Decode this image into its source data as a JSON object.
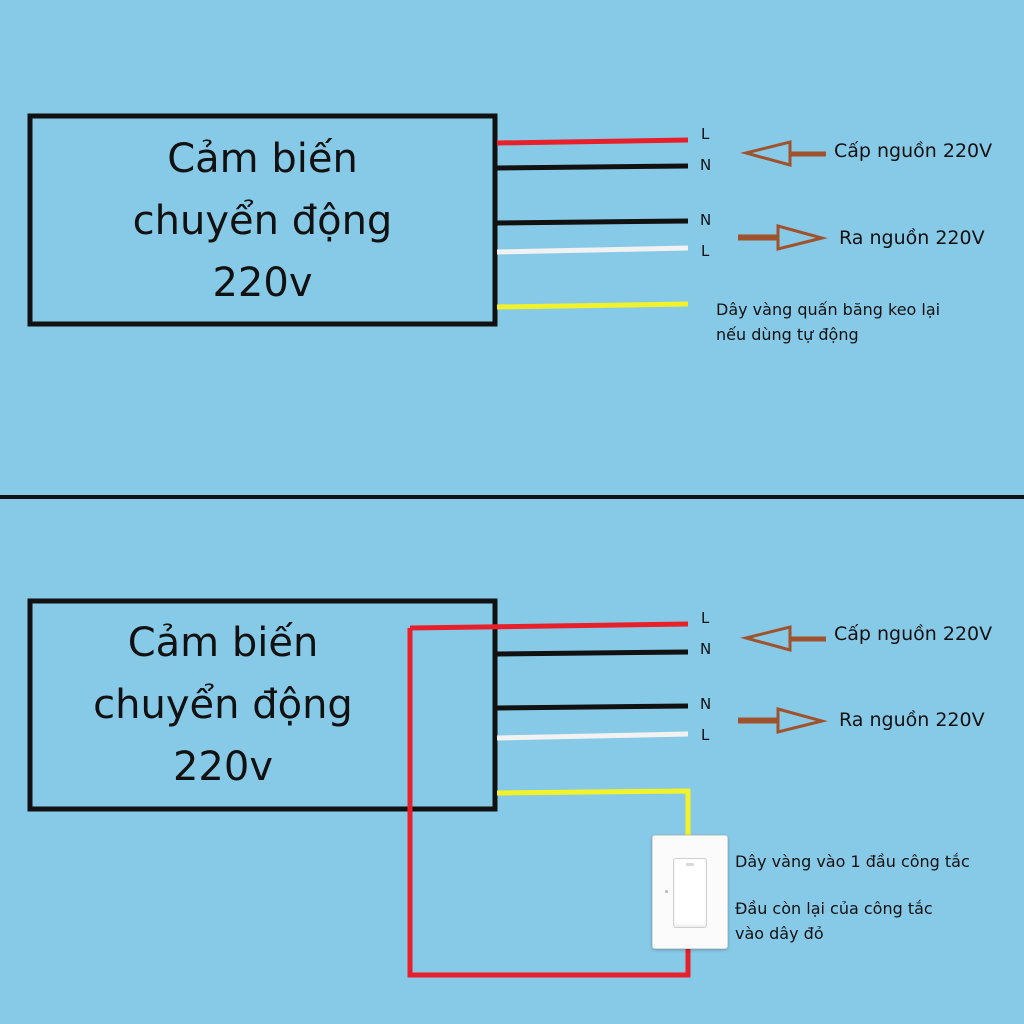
{
  "sections": [
    {
      "box_title": [
        "Cảm biến",
        "chuyển động",
        "220v"
      ],
      "terminals": [
        "L",
        "N",
        "N",
        "L"
      ],
      "input_label": "Cấp nguồn 220V",
      "output_label": "Ra nguồn 220V",
      "note": [
        "Dây vàng quấn băng keo lại",
        "nếu dùng tự động"
      ]
    },
    {
      "box_title": [
        "Cảm biến",
        "chuyển động",
        "220v"
      ],
      "terminals": [
        "L",
        "N",
        "N",
        "L"
      ],
      "input_label": "Cấp nguồn 220V",
      "output_label": "Ra nguồn 220V",
      "switch_notes": [
        "Dây vàng vào 1 đầu công tắc",
        "Đầu còn lại của công tắc",
        "vào dây đỏ"
      ]
    }
  ],
  "colors": {
    "background": "#87CAE8",
    "wire_live": "#E8202A",
    "wire_neutral": "#111111",
    "wire_out_live": "#F2F2F2",
    "wire_switch": "#F2F22A",
    "arrow": "#A0522D"
  }
}
